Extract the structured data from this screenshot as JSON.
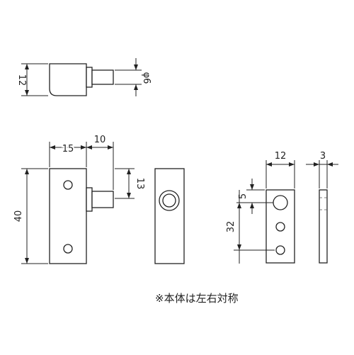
{
  "dimensions": {
    "top_height": "12",
    "top_diameter": "φ6",
    "front_width": "15",
    "pin_length": "10",
    "front_height": "40",
    "pin_height": "13",
    "plate_width": "12",
    "hole_offset": "5",
    "hole_span": "32",
    "thickness": "3"
  },
  "note": "※本体は左右対称"
}
